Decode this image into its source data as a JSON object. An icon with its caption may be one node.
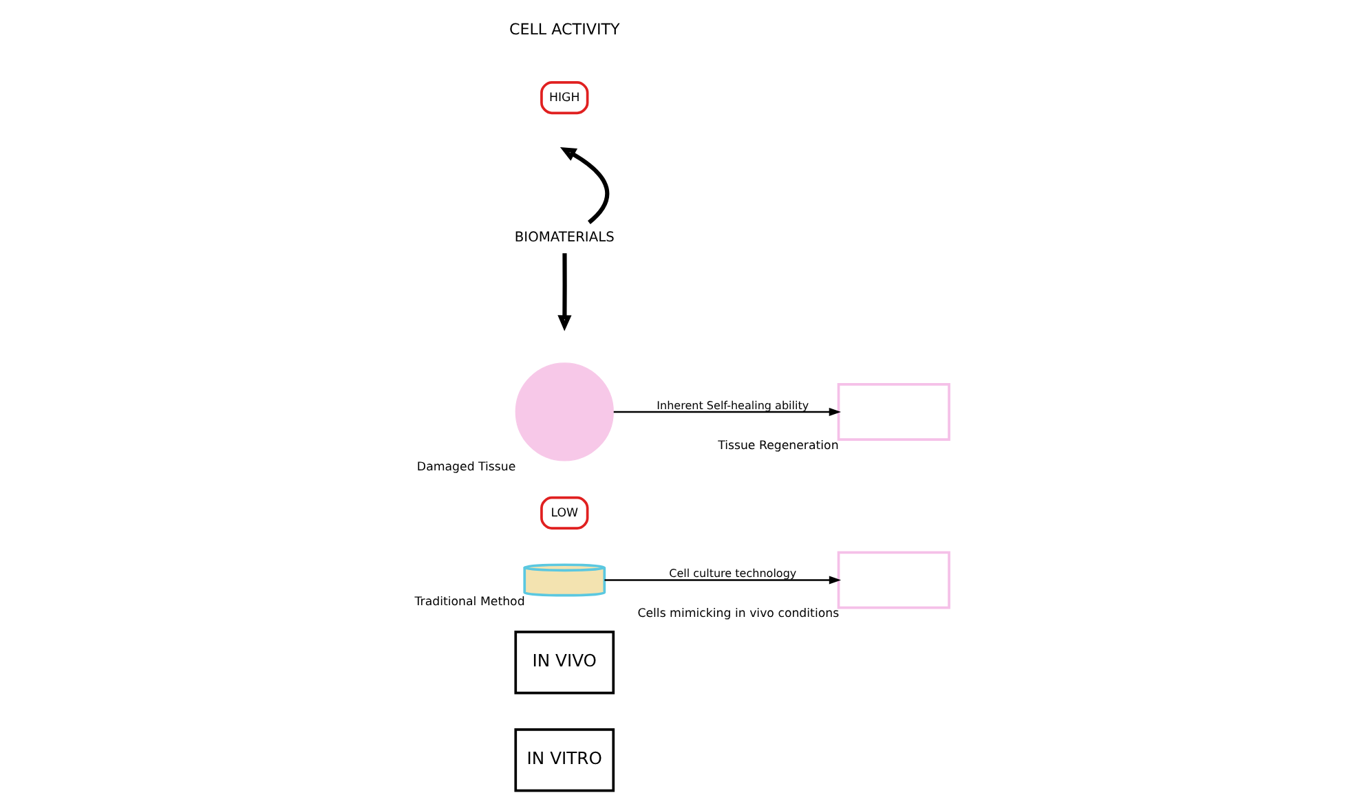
{
  "diagram": {
    "nodes": [
      {
        "text": [
          "IN VITRO"
        ]
      },
      {
        "text": [
          "IN VIVO"
        ]
      },
      {
        "text": [],
        "shape": "cylinder",
        "beside": [
          "Traditional Method"
        ]
      },
      {
        "text": [
          "LOW"
        ]
      },
      {
        "text": [],
        "shape": "cloud",
        "beside": [
          "Damaged Tissue"
        ]
      },
      {
        "text": [
          "BIOMATERIALS"
        ]
      },
      {
        "text": [],
        "shape": "box",
        "beside": [
          "Cells mimicking in vivo conditions"
        ]
      },
      {
        "text": [
          "HIGH"
        ]
      },
      {
        "text": [],
        "shape": "box",
        "beside": [
          "Tissue Regeneration"
        ]
      }
    ],
    "edges": [
      {
        "from": 2,
        "to": 6,
        "arrow": "to",
        "label": "Cell culture technology"
      },
      {
        "from": 4,
        "to": 8,
        "arrow": "to",
        "label": "Inherent Self-healing ability"
      },
      {
        "from": 5,
        "to": null,
        "arrow": "to",
        "style": "thick"
      },
      {
        "from": 5,
        "to": null,
        "arrow": "to",
        "style": "thick"
      }
    ],
    "labels": [
      "CELL ACTIVITY"
    ]
  }
}
